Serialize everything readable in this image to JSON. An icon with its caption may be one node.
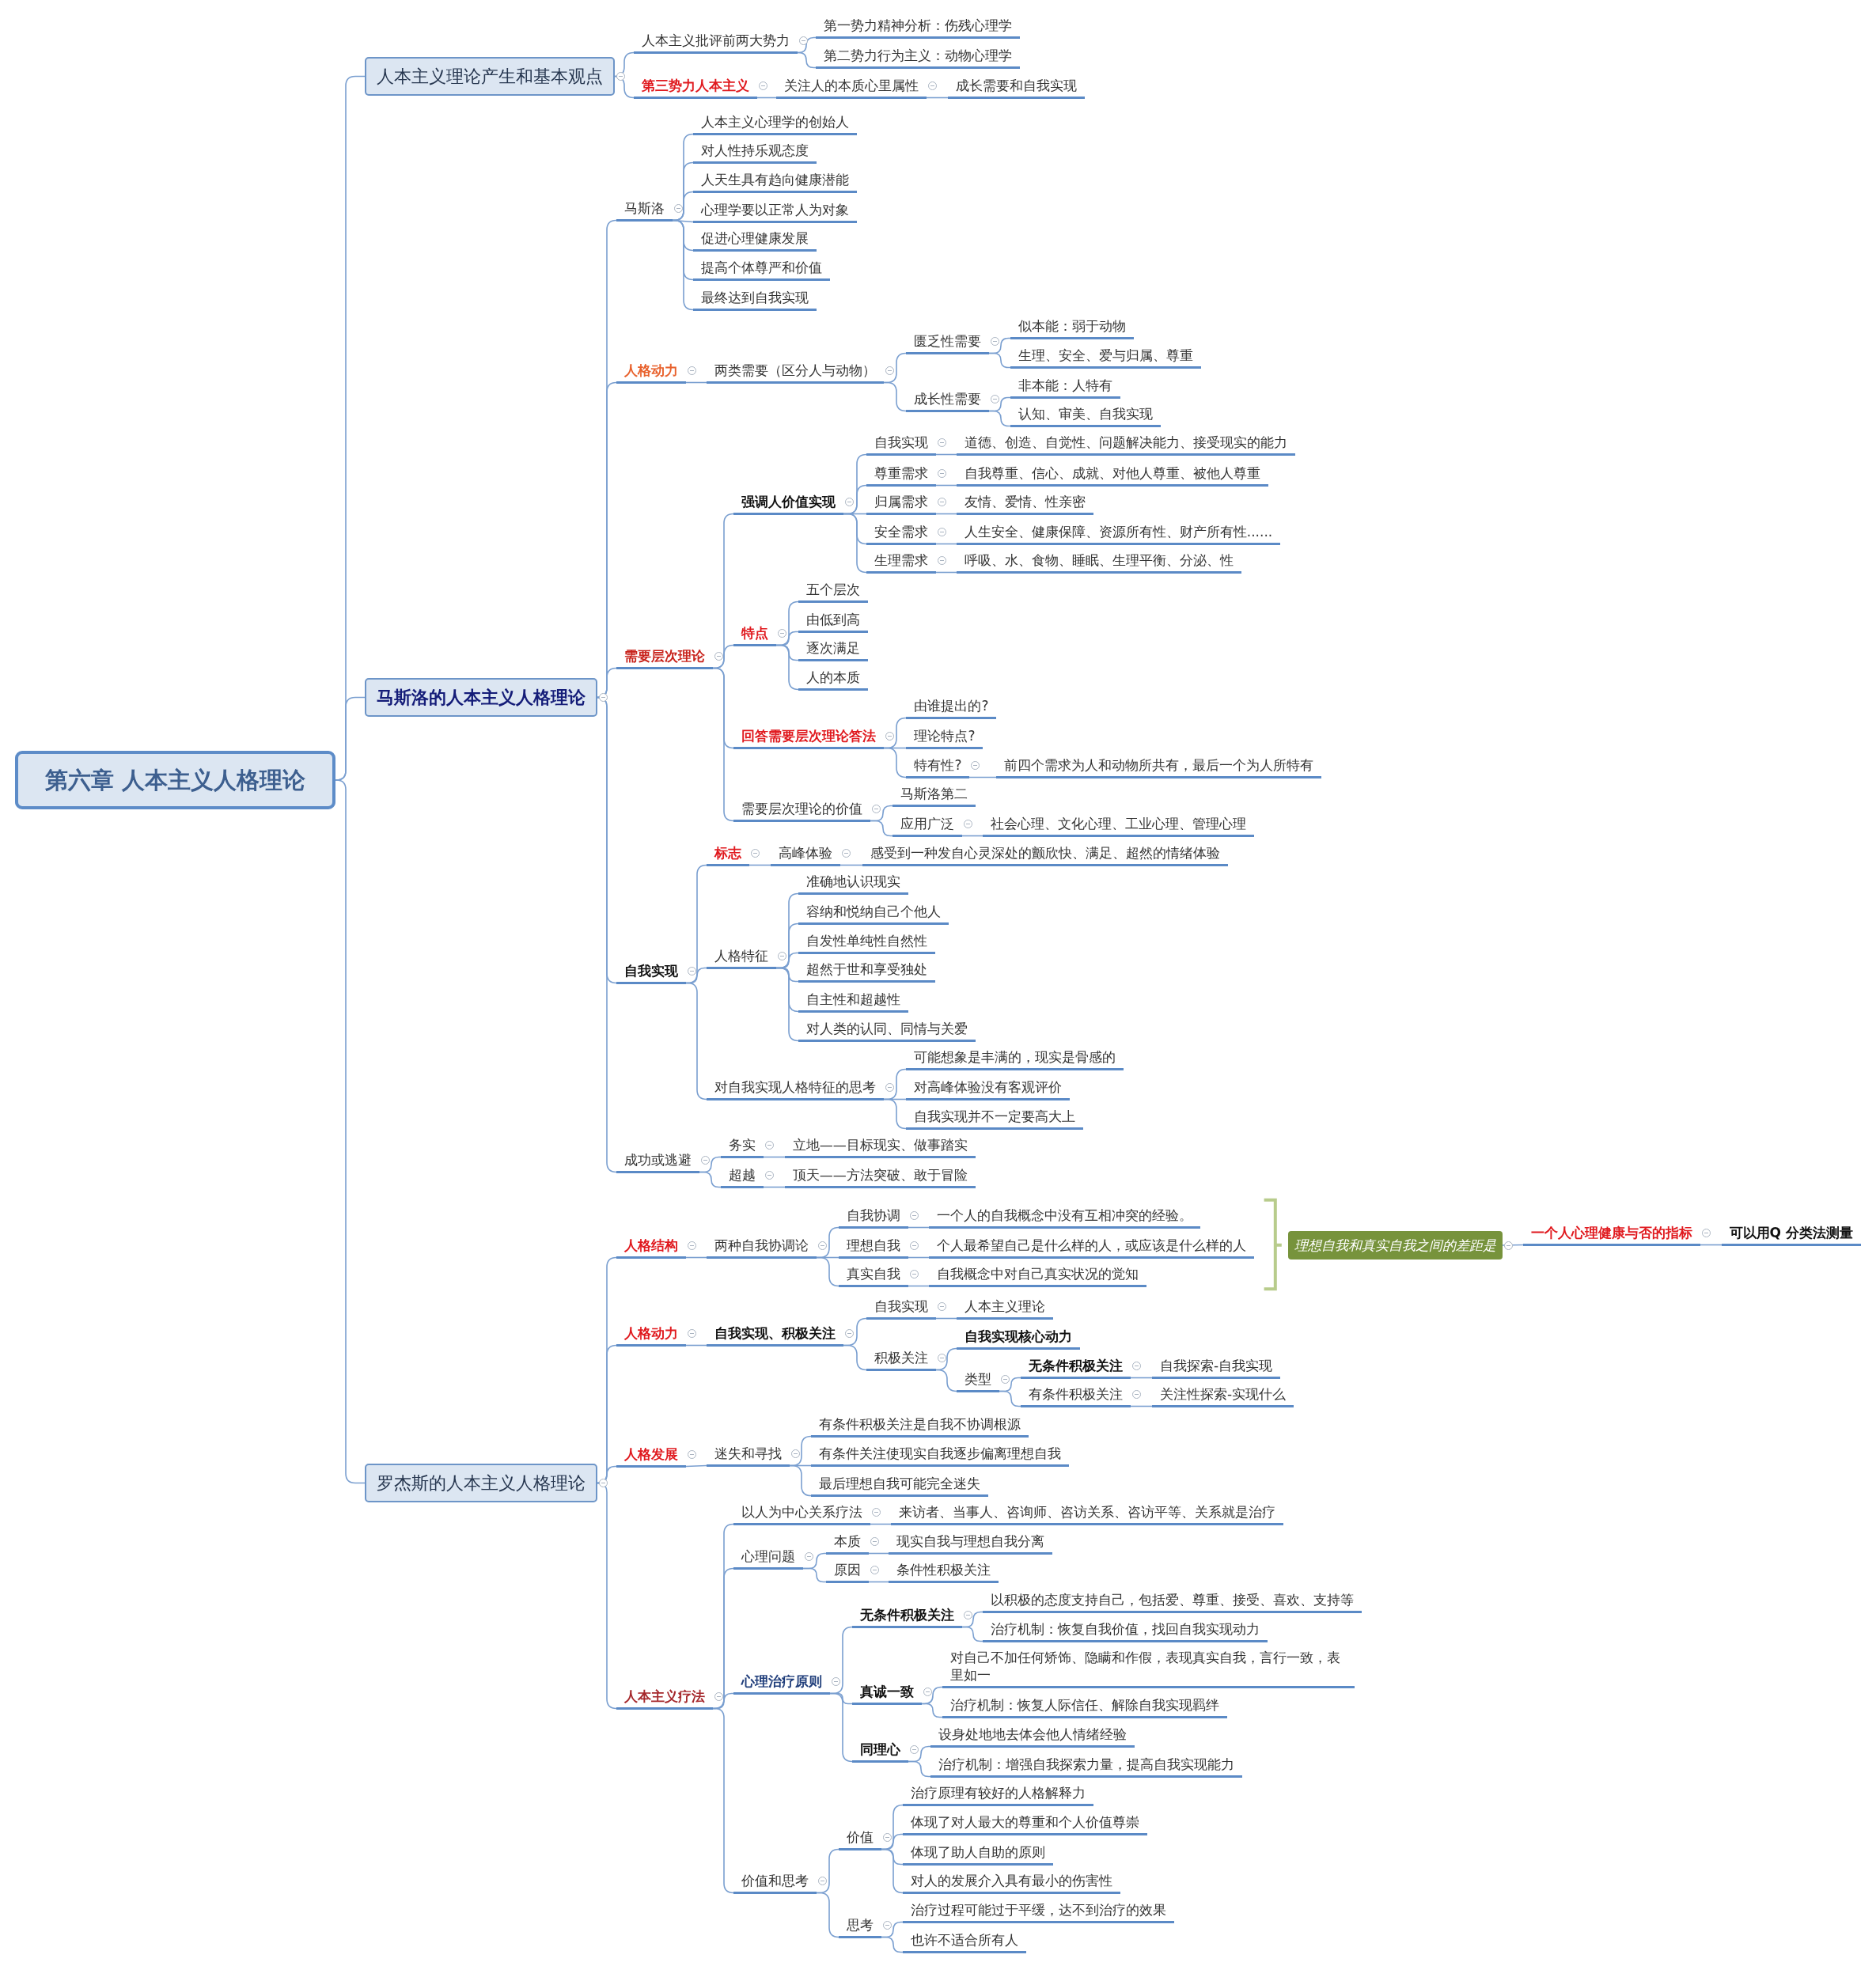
{
  "diagram": {
    "nodes": [
      {
        "text": [
          "第六章 人本主义人格理论"
        ]
      },
      {
        "text": [
          "人本主义理论产生和基本观点"
        ]
      },
      {
        "text": [
          "人本主义批评前两大势力"
        ]
      },
      {
        "text": [
          "第一势力精神分析：伤残心理学"
        ]
      },
      {
        "text": [
          "第二势力行为主义：动物心理学"
        ]
      },
      {
        "text": [
          "第三势力人本主义"
        ]
      },
      {
        "text": [
          "关注人的本质心里属性"
        ]
      },
      {
        "text": [
          "成长需要和自我实现"
        ]
      },
      {
        "text": [
          "马斯洛的人本主义人格理论"
        ]
      },
      {
        "text": [
          "马斯洛"
        ]
      },
      {
        "text": [
          "人本主义心理学的创始人"
        ]
      },
      {
        "text": [
          "对人性持乐观态度"
        ]
      },
      {
        "text": [
          "人天生具有趋向健康潜能"
        ]
      },
      {
        "text": [
          "心理学要以正常人为对象"
        ]
      },
      {
        "text": [
          "促进心理健康发展"
        ]
      },
      {
        "text": [
          "提高个体尊严和价值"
        ]
      },
      {
        "text": [
          "最终达到自我实现"
        ]
      },
      {
        "text": [
          "人格动力"
        ]
      },
      {
        "text": [
          "两类需要（区分人与动物）"
        ]
      },
      {
        "text": [
          "匮乏性需要"
        ]
      },
      {
        "text": [
          "似本能：弱于动物"
        ]
      },
      {
        "text": [
          "生理、安全、爱与归属、尊重"
        ]
      },
      {
        "text": [
          "成长性需要"
        ]
      },
      {
        "text": [
          "非本能：人特有"
        ]
      },
      {
        "text": [
          "认知、审美、自我实现"
        ]
      },
      {
        "text": [
          "需要层次理论"
        ]
      },
      {
        "text": [
          "强调人价值实现"
        ]
      },
      {
        "text": [
          "自我实现"
        ]
      },
      {
        "text": [
          "道德、创造、自觉性、问题解决能力、接受现实的能力"
        ]
      },
      {
        "text": [
          "尊重需求"
        ]
      },
      {
        "text": [
          "自我尊重、信心、成就、对他人尊重、被他人尊重"
        ]
      },
      {
        "text": [
          "归属需求"
        ]
      },
      {
        "text": [
          "友情、爱情、性亲密"
        ]
      },
      {
        "text": [
          "安全需求"
        ]
      },
      {
        "text": [
          "人生安全、健康保障、资源所有性、财产所有性......"
        ]
      },
      {
        "text": [
          "生理需求"
        ]
      },
      {
        "text": [
          "呼吸、水、食物、睡眠、生理平衡、分泌、性"
        ]
      },
      {
        "text": [
          "特点"
        ]
      },
      {
        "text": [
          "五个层次"
        ]
      },
      {
        "text": [
          "由低到高"
        ]
      },
      {
        "text": [
          "逐次满足"
        ]
      },
      {
        "text": [
          "人的本质"
        ]
      },
      {
        "text": [
          "回答需要层次理论答法"
        ]
      },
      {
        "text": [
          "由谁提出的?"
        ]
      },
      {
        "text": [
          "理论特点?"
        ]
      },
      {
        "text": [
          "特有性?"
        ]
      },
      {
        "text": [
          "前四个需求为人和动物所共有，最后一个为人所特有"
        ]
      },
      {
        "text": [
          "需要层次理论的价值"
        ]
      },
      {
        "text": [
          "马斯洛第二"
        ]
      },
      {
        "text": [
          "应用广泛"
        ]
      },
      {
        "text": [
          "社会心理、文化心理、工业心理、管理心理"
        ]
      },
      {
        "text": [
          "自我实现"
        ]
      },
      {
        "text": [
          "标志"
        ]
      },
      {
        "text": [
          "高峰体验"
        ]
      },
      {
        "text": [
          "感受到一种发自心灵深处的颤欣快、满足、超然的情绪体验"
        ]
      },
      {
        "text": [
          "人格特征"
        ]
      },
      {
        "text": [
          "准确地认识现实"
        ]
      },
      {
        "text": [
          "容纳和悦纳自己个他人"
        ]
      },
      {
        "text": [
          "自发性单纯性自然性"
        ]
      },
      {
        "text": [
          "超然于世和享受独处"
        ]
      },
      {
        "text": [
          "自主性和超越性"
        ]
      },
      {
        "text": [
          "对人类的认同、同情与关爱"
        ]
      },
      {
        "text": [
          "对自我实现人格特征的思考"
        ]
      },
      {
        "text": [
          "可能想象是丰满的，现实是骨感的"
        ]
      },
      {
        "text": [
          "对高峰体验没有客观评价"
        ]
      },
      {
        "text": [
          "自我实现并不一定要高大上"
        ]
      },
      {
        "text": [
          "成功或逃避"
        ]
      },
      {
        "text": [
          "务实"
        ]
      },
      {
        "text": [
          "立地——目标现实、做事踏实"
        ]
      },
      {
        "text": [
          "超越"
        ]
      },
      {
        "text": [
          "顶天——方法突破、敢于冒险"
        ]
      },
      {
        "text": [
          "罗杰斯的人本主义人格理论"
        ]
      },
      {
        "text": [
          "人格结构"
        ]
      },
      {
        "text": [
          "两种自我协调论"
        ]
      },
      {
        "text": [
          "自我协调"
        ]
      },
      {
        "text": [
          "一个人的自我概念中没有互相冲突的经验。"
        ]
      },
      {
        "text": [
          "理想自我"
        ]
      },
      {
        "text": [
          "个人最希望自己是什么样的人，或应该是什么样的人"
        ]
      },
      {
        "text": [
          "真实自我"
        ]
      },
      {
        "text": [
          "自我概念中对自己真实状况的觉知"
        ]
      },
      {
        "text": [
          "理想自我和真实自我之间的差距是"
        ]
      },
      {
        "text": [
          "一个人心理健康与否的指标"
        ]
      },
      {
        "text": [
          "可以用Q 分类法测量"
        ]
      },
      {
        "text": [
          "人格动力"
        ]
      },
      {
        "text": [
          "自我实现、积极关注"
        ]
      },
      {
        "text": [
          "自我实现"
        ]
      },
      {
        "text": [
          "人本主义理论"
        ]
      },
      {
        "text": [
          "积极关注"
        ]
      },
      {
        "text": [
          "自我实现核心动力"
        ]
      },
      {
        "text": [
          "类型"
        ]
      },
      {
        "text": [
          "无条件积极关注"
        ]
      },
      {
        "text": [
          "自我探索-自我实现"
        ]
      },
      {
        "text": [
          "有条件积极关注"
        ]
      },
      {
        "text": [
          "关注性探索-实现什么"
        ]
      },
      {
        "text": [
          "人格发展"
        ]
      },
      {
        "text": [
          "迷失和寻找"
        ]
      },
      {
        "text": [
          "有条件积极关注是自我不协调根源"
        ]
      },
      {
        "text": [
          "有条件关注使现实自我逐步偏离理想自我"
        ]
      },
      {
        "text": [
          "最后理想自我可能完全迷失"
        ]
      },
      {
        "text": [
          "人本主义疗法"
        ]
      },
      {
        "text": [
          "以人为中心关系疗法"
        ]
      },
      {
        "text": [
          "来访者、当事人、咨询师、咨访关系、咨访平等、关系就是治疗"
        ]
      },
      {
        "text": [
          "心理问题"
        ]
      },
      {
        "text": [
          "本质"
        ]
      },
      {
        "text": [
          "现实自我与理想自我分离"
        ]
      },
      {
        "text": [
          "原因"
        ]
      },
      {
        "text": [
          "条件性积极关注"
        ]
      },
      {
        "text": [
          "心理治疗原则"
        ]
      },
      {
        "text": [
          "无条件积极关注"
        ]
      },
      {
        "text": [
          "以积极的态度支持自己，包括爱、尊重、接受、喜欢、支持等"
        ]
      },
      {
        "text": [
          "治疗机制：恢复自我价值，找回自我实现动力"
        ]
      },
      {
        "text": [
          "真诚一致"
        ]
      },
      {
        "text": [
          "对自己不加任何矫饰、隐瞒和作假，表现真实自我，言行一致，表里如一"
        ]
      },
      {
        "text": [
          "治疗机制：恢复人际信任、解除自我实现羁绊"
        ]
      },
      {
        "text": [
          "同理心"
        ]
      },
      {
        "text": [
          "设身处地地去体会他人情绪经验"
        ]
      },
      {
        "text": [
          "治疗机制：增强自我探索力量，提高自我实现能力"
        ]
      },
      {
        "text": [
          "价值和思考"
        ]
      },
      {
        "text": [
          "价值"
        ]
      },
      {
        "text": [
          "治疗原理有较好的人格解释力"
        ]
      },
      {
        "text": [
          "体现了对人最大的尊重和个人价值尊崇"
        ]
      },
      {
        "text": [
          "体现了助人自助的原则"
        ]
      },
      {
        "text": [
          "对人的发展介入具有最小的伤害性"
        ]
      },
      {
        "text": [
          "思考"
        ]
      },
      {
        "text": [
          "治疗过程可能过于平缓，达不到治疗的效果"
        ]
      },
      {
        "text": [
          "也许不适合所有人"
        ]
      }
    ],
    "edges": [
      {
        "from": 0,
        "to": 1,
        "arrow": "none"
      },
      {
        "from": 0,
        "to": 8,
        "arrow": "none"
      },
      {
        "from": 0,
        "to": 71,
        "arrow": "none"
      },
      {
        "from": 1,
        "to": 2,
        "arrow": "none"
      },
      {
        "from": 1,
        "to": 5,
        "arrow": "none"
      },
      {
        "from": 2,
        "to": 3,
        "arrow": "none"
      },
      {
        "from": 2,
        "to": 4,
        "arrow": "none"
      },
      {
        "from": 5,
        "to": 6,
        "arrow": "none"
      },
      {
        "from": 6,
        "to": 7,
        "arrow": "none"
      },
      {
        "from": 8,
        "to": 9,
        "arrow": "none"
      },
      {
        "from": 8,
        "to": 17,
        "arrow": "none"
      },
      {
        "from": 8,
        "to": 25,
        "arrow": "none"
      },
      {
        "from": 8,
        "to": 51,
        "arrow": "none"
      },
      {
        "from": 8,
        "to": 66,
        "arrow": "none"
      },
      {
        "from": 9,
        "to": 10,
        "arrow": "none"
      },
      {
        "from": 9,
        "to": 11,
        "arrow": "none"
      },
      {
        "from": 9,
        "to": 12,
        "arrow": "none"
      },
      {
        "from": 9,
        "to": 13,
        "arrow": "none"
      },
      {
        "from": 9,
        "to": 14,
        "arrow": "none"
      },
      {
        "from": 9,
        "to": 15,
        "arrow": "none"
      },
      {
        "from": 9,
        "to": 16,
        "arrow": "none"
      },
      {
        "from": 17,
        "to": 18,
        "arrow": "none"
      },
      {
        "from": 18,
        "to": 19,
        "arrow": "none"
      },
      {
        "from": 18,
        "to": 22,
        "arrow": "none"
      },
      {
        "from": 19,
        "to": 20,
        "arrow": "none"
      },
      {
        "from": 19,
        "to": 21,
        "arrow": "none"
      },
      {
        "from": 22,
        "to": 23,
        "arrow": "none"
      },
      {
        "from": 22,
        "to": 24,
        "arrow": "none"
      },
      {
        "from": 25,
        "to": 26,
        "arrow": "none"
      },
      {
        "from": 25,
        "to": 37,
        "arrow": "none"
      },
      {
        "from": 25,
        "to": 42,
        "arrow": "none"
      },
      {
        "from": 25,
        "to": 47,
        "arrow": "none"
      },
      {
        "from": 26,
        "to": 27,
        "arrow": "none"
      },
      {
        "from": 26,
        "to": 29,
        "arrow": "none"
      },
      {
        "from": 26,
        "to": 31,
        "arrow": "none"
      },
      {
        "from": 26,
        "to": 33,
        "arrow": "none"
      },
      {
        "from": 26,
        "to": 35,
        "arrow": "none"
      },
      {
        "from": 27,
        "to": 28,
        "arrow": "none"
      },
      {
        "from": 29,
        "to": 30,
        "arrow": "none"
      },
      {
        "from": 31,
        "to": 32,
        "arrow": "none"
      },
      {
        "from": 33,
        "to": 34,
        "arrow": "none"
      },
      {
        "from": 35,
        "to": 36,
        "arrow": "none"
      },
      {
        "from": 37,
        "to": 38,
        "arrow": "none"
      },
      {
        "from": 37,
        "to": 39,
        "arrow": "none"
      },
      {
        "from": 37,
        "to": 40,
        "arrow": "none"
      },
      {
        "from": 37,
        "to": 41,
        "arrow": "none"
      },
      {
        "from": 42,
        "to": 43,
        "arrow": "none"
      },
      {
        "from": 42,
        "to": 44,
        "arrow": "none"
      },
      {
        "from": 42,
        "to": 45,
        "arrow": "none"
      },
      {
        "from": 45,
        "to": 46,
        "arrow": "none"
      },
      {
        "from": 47,
        "to": 48,
        "arrow": "none"
      },
      {
        "from": 47,
        "to": 49,
        "arrow": "none"
      },
      {
        "from": 49,
        "to": 50,
        "arrow": "none"
      },
      {
        "from": 51,
        "to": 52,
        "arrow": "none"
      },
      {
        "from": 51,
        "to": 55,
        "arrow": "none"
      },
      {
        "from": 51,
        "to": 62,
        "arrow": "none"
      },
      {
        "from": 52,
        "to": 53,
        "arrow": "none"
      },
      {
        "from": 53,
        "to": 54,
        "arrow": "none"
      },
      {
        "from": 55,
        "to": 56,
        "arrow": "none"
      },
      {
        "from": 55,
        "to": 57,
        "arrow": "none"
      },
      {
        "from": 55,
        "to": 58,
        "arrow": "none"
      },
      {
        "from": 55,
        "to": 59,
        "arrow": "none"
      },
      {
        "from": 55,
        "to": 60,
        "arrow": "none"
      },
      {
        "from": 55,
        "to": 61,
        "arrow": "none"
      },
      {
        "from": 62,
        "to": 63,
        "arrow": "none"
      },
      {
        "from": 62,
        "to": 64,
        "arrow": "none"
      },
      {
        "from": 62,
        "to": 65,
        "arrow": "none"
      },
      {
        "from": 66,
        "to": 67,
        "arrow": "none"
      },
      {
        "from": 66,
        "to": 69,
        "arrow": "none"
      },
      {
        "from": 67,
        "to": 68,
        "arrow": "none"
      },
      {
        "from": 69,
        "to": 70,
        "arrow": "none"
      },
      {
        "from": 71,
        "to": 72,
        "arrow": "none"
      },
      {
        "from": 71,
        "to": 83,
        "arrow": "none"
      },
      {
        "from": 71,
        "to": 94,
        "arrow": "none"
      },
      {
        "from": 71,
        "to": 99,
        "arrow": "none"
      },
      {
        "from": 72,
        "to": 73,
        "arrow": "none"
      },
      {
        "from": 73,
        "to": 74,
        "arrow": "none"
      },
      {
        "from": 73,
        "to": 76,
        "arrow": "none"
      },
      {
        "from": 73,
        "to": 78,
        "arrow": "none"
      },
      {
        "from": 74,
        "to": 75,
        "arrow": "none"
      },
      {
        "from": 76,
        "to": 77,
        "arrow": "none"
      },
      {
        "from": 78,
        "to": 79,
        "arrow": "none"
      },
      {
        "from": 80,
        "to": 81,
        "arrow": "none"
      },
      {
        "from": 81,
        "to": 82,
        "arrow": "none"
      },
      {
        "from": 83,
        "to": 84,
        "arrow": "none"
      },
      {
        "from": 84,
        "to": 85,
        "arrow": "none"
      },
      {
        "from": 84,
        "to": 87,
        "arrow": "none"
      },
      {
        "from": 85,
        "to": 86,
        "arrow": "none"
      },
      {
        "from": 87,
        "to": 88,
        "arrow": "none"
      },
      {
        "from": 87,
        "to": 89,
        "arrow": "none"
      },
      {
        "from": 89,
        "to": 90,
        "arrow": "none"
      },
      {
        "from": 89,
        "to": 92,
        "arrow": "none"
      },
      {
        "from": 90,
        "to": 91,
        "arrow": "none"
      },
      {
        "from": 92,
        "to": 93,
        "arrow": "none"
      },
      {
        "from": 94,
        "to": 95,
        "arrow": "none"
      },
      {
        "from": 95,
        "to": 96,
        "arrow": "none"
      },
      {
        "from": 95,
        "to": 97,
        "arrow": "none"
      },
      {
        "from": 95,
        "to": 98,
        "arrow": "none"
      },
      {
        "from": 99,
        "to": 100,
        "arrow": "none"
      },
      {
        "from": 99,
        "to": 102,
        "arrow": "none"
      },
      {
        "from": 99,
        "to": 107,
        "arrow": "none"
      },
      {
        "from": 99,
        "to": 117,
        "arrow": "none"
      },
      {
        "from": 100,
        "to": 101,
        "arrow": "none"
      },
      {
        "from": 102,
        "to": 103,
        "arrow": "none"
      },
      {
        "from": 102,
        "to": 105,
        "arrow": "none"
      },
      {
        "from": 103,
        "to": 104,
        "arrow": "none"
      },
      {
        "from": 105,
        "to": 106,
        "arrow": "none"
      },
      {
        "from": 107,
        "to": 108,
        "arrow": "none"
      },
      {
        "from": 107,
        "to": 111,
        "arrow": "none"
      },
      {
        "from": 107,
        "to": 114,
        "arrow": "none"
      },
      {
        "from": 108,
        "to": 109,
        "arrow": "none"
      },
      {
        "from": 108,
        "to": 110,
        "arrow": "none"
      },
      {
        "from": 111,
        "to": 112,
        "arrow": "none"
      },
      {
        "from": 111,
        "to": 113,
        "arrow": "none"
      },
      {
        "from": 114,
        "to": 115,
        "arrow": "none"
      },
      {
        "from": 114,
        "to": 116,
        "arrow": "none"
      },
      {
        "from": 117,
        "to": 118,
        "arrow": "none"
      },
      {
        "from": 117,
        "to": 123,
        "arrow": "none"
      },
      {
        "from": 118,
        "to": 119,
        "arrow": "none"
      },
      {
        "from": 118,
        "to": 120,
        "arrow": "none"
      },
      {
        "from": 118,
        "to": 121,
        "arrow": "none"
      },
      {
        "from": 118,
        "to": 122,
        "arrow": "none"
      },
      {
        "from": 123,
        "to": 124,
        "arrow": "none"
      },
      {
        "from": 123,
        "to": 125,
        "arrow": "none"
      }
    ]
  }
}
